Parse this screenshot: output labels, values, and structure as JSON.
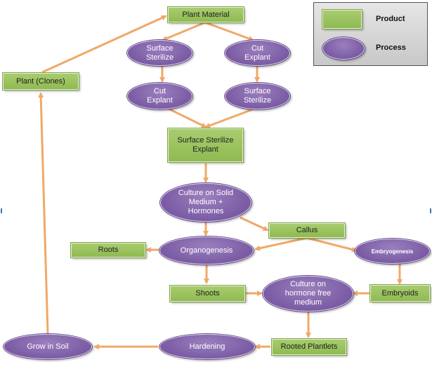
{
  "legend": {
    "product_label": "Product",
    "process_label": "Process"
  },
  "nodes": {
    "plant_material": "Plant Material",
    "plant_clones": "Plant (Clones)",
    "surface_sterilize_left": "Surface\nSterilize",
    "cut_explant_right": "Cut\nExplant",
    "cut_explant_left": "Cut\nExplant",
    "surface_sterilize_right": "Surface\nSterilize",
    "surface_sterilize_explant": "Surface Sterilize\nExplant",
    "culture_solid": "Culture on Solid\nMedium +\nHormones",
    "callus": "Callus",
    "roots": "Roots",
    "organogenesis": "Organogenesis",
    "embryogenesis": "Embryogenesis",
    "shoots": "Shoots",
    "culture_hormone_free": "Culture on\nhormone free\nmedium",
    "embryoids": "Embryoids",
    "grow_in_soil": "Grow in Soil",
    "hardening": "Hardening",
    "rooted_plantlets": "Rooted Plantlets"
  },
  "colors": {
    "product": "#9bc45f",
    "process": "#8064a2",
    "arrow": "#f0a868"
  }
}
